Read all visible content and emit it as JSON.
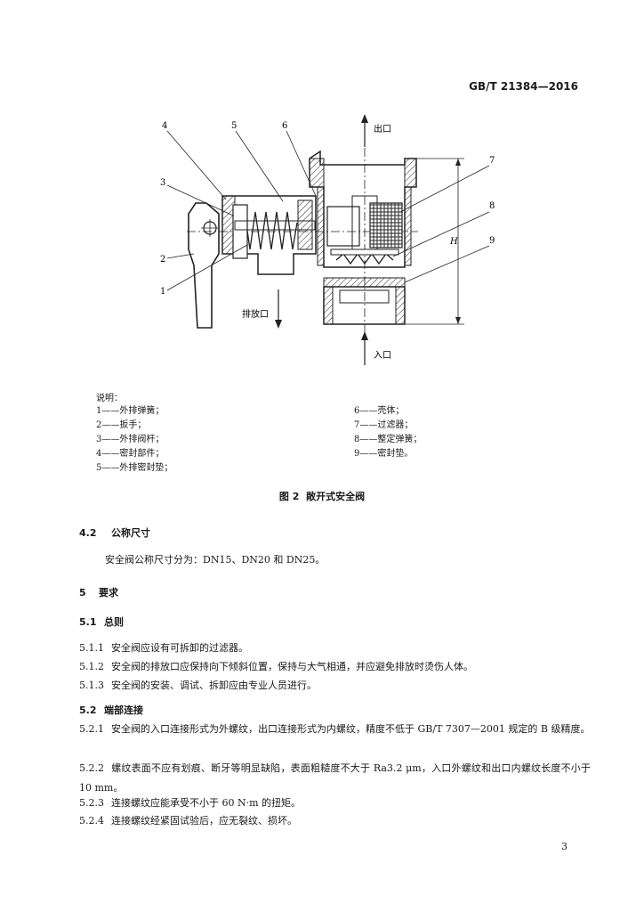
{
  "header": {
    "standard_number": "GB/T 21384—2016"
  },
  "figure": {
    "labels": {
      "outlet": "出口",
      "inlet": "入口",
      "drain": "排放口",
      "callouts": [
        "1",
        "2",
        "3",
        "4",
        "5",
        "6",
        "7",
        "8",
        "9"
      ],
      "dimension": "H"
    },
    "legend_title": "说明：",
    "legend_left": [
      "1——外排弹簧；",
      "2——扳手；",
      "3——外排阀杆；",
      "4——密封部件；",
      "5——外排密封垫；"
    ],
    "legend_right": [
      "6——壳体；",
      "7——过滤器；",
      "8——整定弹簧；",
      "9——密封垫。"
    ],
    "caption": "图 2  敞开式安全阀"
  },
  "sections": {
    "s42_num": "4.2",
    "s42_title": "公称尺寸",
    "s42_text": "安全阀公称尺寸分为：DN15、DN20 和 DN25。",
    "s5_num": "5",
    "s5_title": "要求",
    "s51_num": "5.1",
    "s51_title": "总则",
    "s511_num": "5.1.1",
    "s511_text": "安全阀应设有可拆卸的过滤器。",
    "s512_num": "5.1.2",
    "s512_text": "安全阀的排放口应保持向下倾斜位置，保持与大气相通，并应避免排放时烫伤人体。",
    "s513_num": "5.1.3",
    "s513_text": "安全阀的安装、调试、拆卸应由专业人员进行。",
    "s52_num": "5.2",
    "s52_title": "端部连接",
    "s521_num": "5.2.1",
    "s521_text": "安全阀的入口连接形式为外螺纹，出口连接形式为内螺纹，精度不低于 GB/T 7307—2001 规定的 B 级精度。",
    "s522_num": "5.2.2",
    "s522_text": "螺纹表面不应有划痕、断牙等明显缺陷，表面粗糙度不大于 Ra3.2 μm，入口外螺纹和出口内螺纹长度不小于 10 mm。",
    "s523_num": "5.2.3",
    "s523_text": "连接螺纹应能承受不小于 60 N·m 的扭矩。",
    "s524_num": "5.2.4",
    "s524_text": "连接螺纹经紧固试验后，应无裂纹、损坏。"
  },
  "footer": {
    "page_number": "3"
  }
}
